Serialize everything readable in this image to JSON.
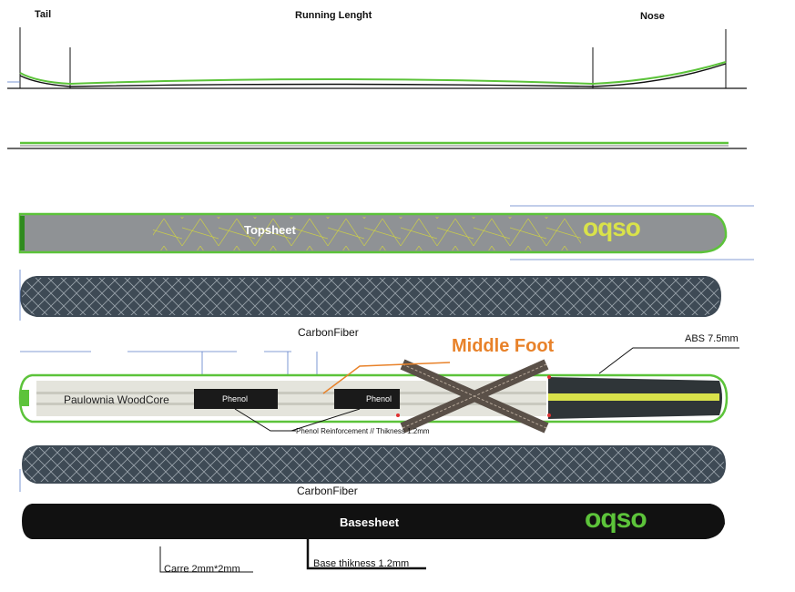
{
  "profile": {
    "tail_label": "Tail",
    "running_label": "Running Lenght",
    "nose_label": "Nose"
  },
  "layers": {
    "topsheet": "Topsheet",
    "topsheet_logo": "oqso",
    "carbon_top": "CarbonFiber",
    "middle_foot": "Middle Foot",
    "abs": "ABS 7.5mm",
    "woodcore": "Paulownia WoodCore",
    "phenol_1": "Phenol",
    "phenol_2": "Phenol",
    "phenol_note": "Phenol Reinforcement // Thikness 1.2mm",
    "carbon_bottom": "CarbonFiber",
    "basesheet": "Basesheet",
    "base_logo": "oqso",
    "carre": "Carre 2mm*2mm",
    "base_thickness": "Base thikness 1.2mm"
  },
  "colors": {
    "green": "#5cc33a",
    "orange": "#e8822a",
    "grey_top": "#8f9295",
    "carbon": "#3e4a55",
    "black": "#111111",
    "yellow": "#d9e24a"
  }
}
